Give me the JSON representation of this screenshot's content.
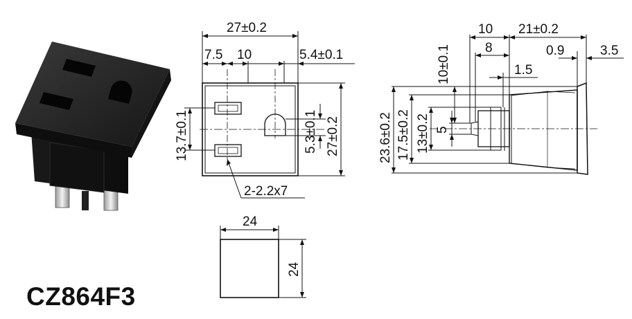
{
  "product": {
    "model": "CZ864F3"
  },
  "front_view": {
    "width": "27±0.2",
    "pin_offset_left": "7.5",
    "pin_spacing": "10",
    "ground_offset": "5.4±0.1",
    "pin_span": "13.7±0.1",
    "ground_height": "5.3±0.1",
    "height": "27±0.2",
    "slot_callout": "2-2.2x7"
  },
  "side_view": {
    "depth_body": "10",
    "depth_total": "21±0.2",
    "terminal_len": "8",
    "flange_thickness": "0.9",
    "flange_overhang": "3.5",
    "terminal_tip": "1.5",
    "terminal_pos": "10±0.1",
    "flange_height": "23.6±0.2",
    "body_height": "17.5±0.2",
    "terminal_span": "13±0.2",
    "terminal_width": "5"
  },
  "cutout_view": {
    "width": "24",
    "height": "24"
  },
  "colors": {
    "body": "#1c1c1c",
    "line": "#111111",
    "background": "#ffffff"
  }
}
